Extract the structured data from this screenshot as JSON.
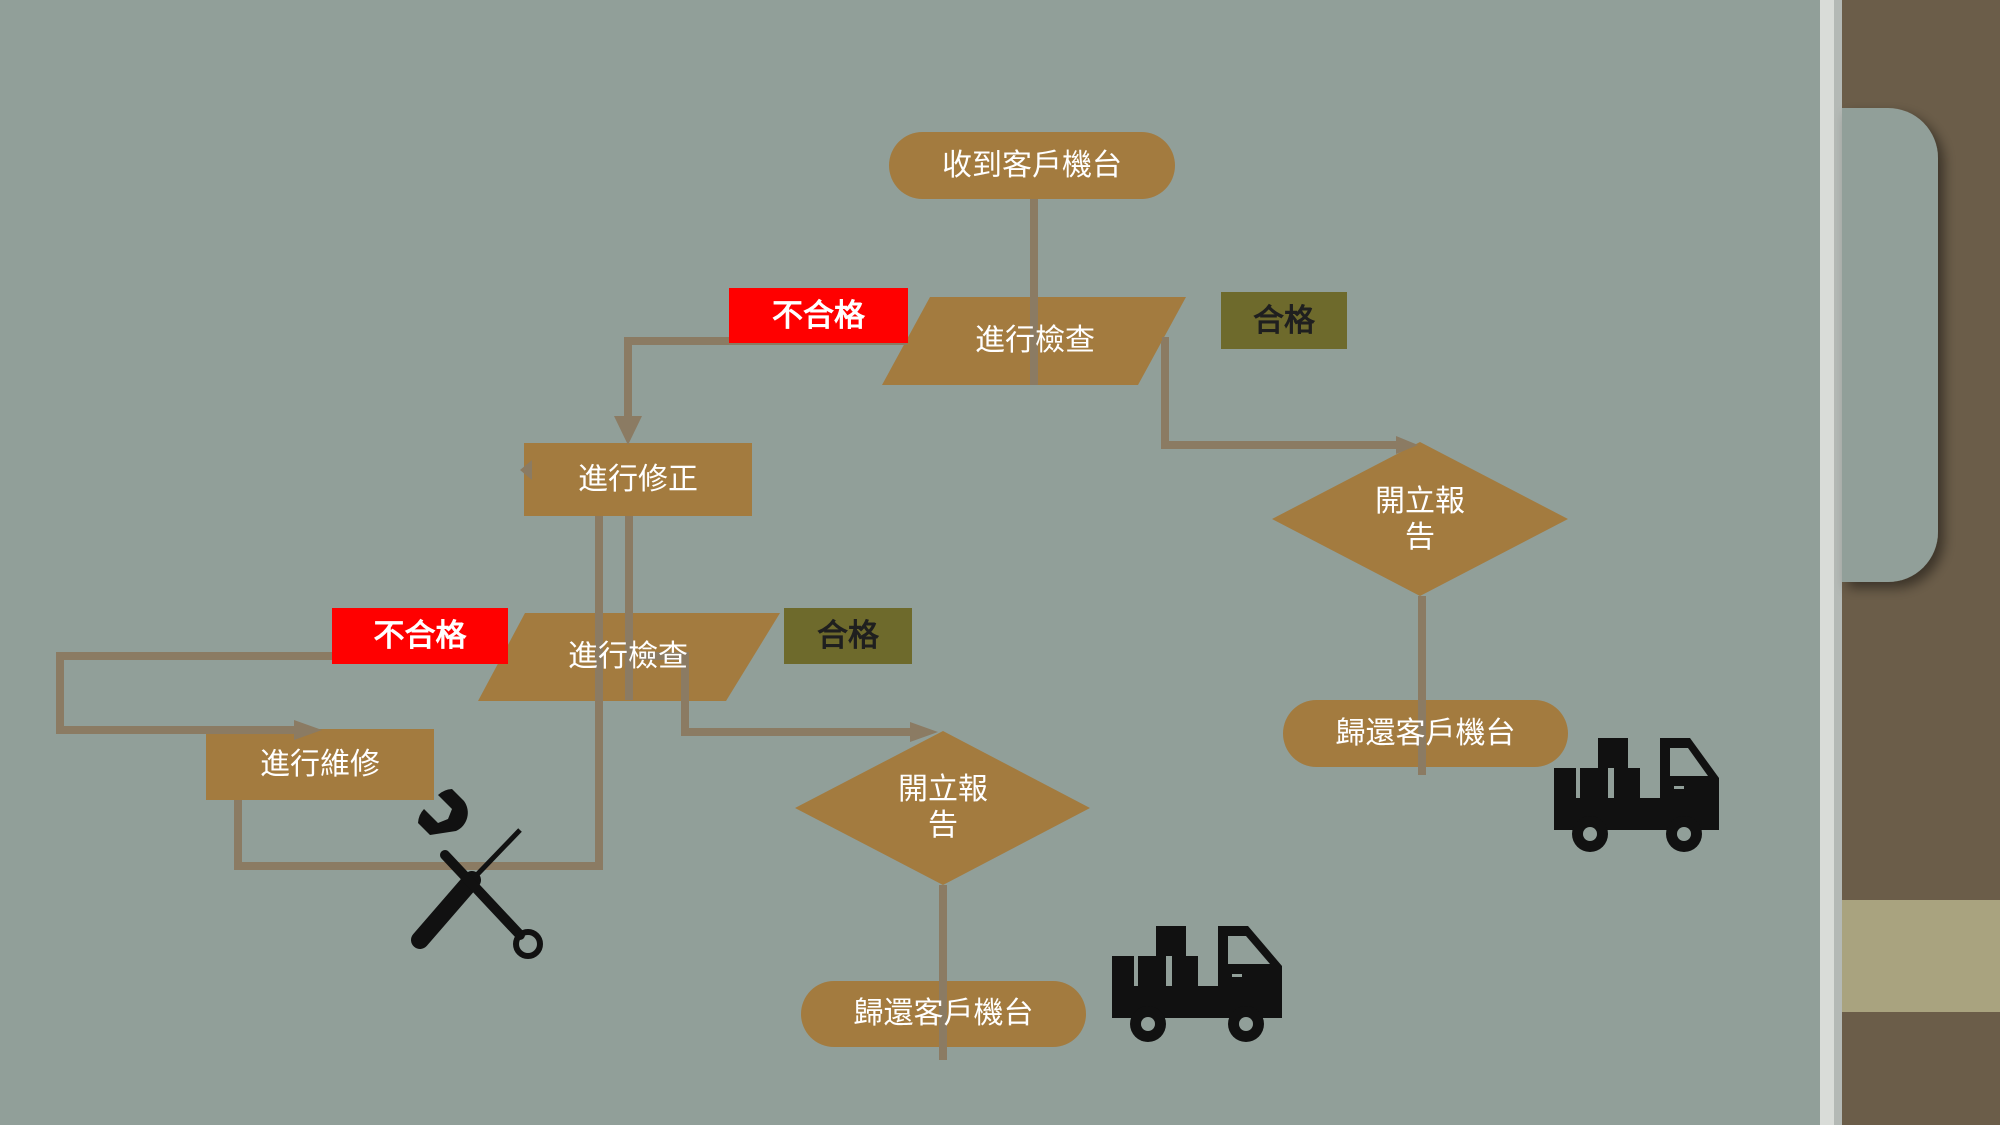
{
  "slide": {
    "colors": {
      "background": "#919f99",
      "node_fill": "#a37b3f",
      "connector": "#8b7b63",
      "fail_tag": "#ff0000",
      "pass_tag": "#6e6a2c",
      "side_panel": "#6b5d49",
      "side_band": "#a9a37f",
      "tab": "#919f99",
      "icon": "#111111"
    }
  },
  "flowchart": {
    "receive": "收到客戶機台",
    "inspect_1": "進行檢查",
    "fail_1": "不合格",
    "pass_1": "合格",
    "correct": "進行修正",
    "report_1": "開立報\n告",
    "return_1": "歸還客戶機台",
    "inspect_2": "進行檢查",
    "fail_2": "不合格",
    "pass_2": "合格",
    "repair": "進行維修",
    "report_2": "開立報\n告",
    "return_2": "歸還客戶機台"
  },
  "icons": {
    "tools": "wrench-screwdriver-icon",
    "truck_1": "delivery-truck-icon",
    "truck_2": "delivery-truck-icon"
  }
}
